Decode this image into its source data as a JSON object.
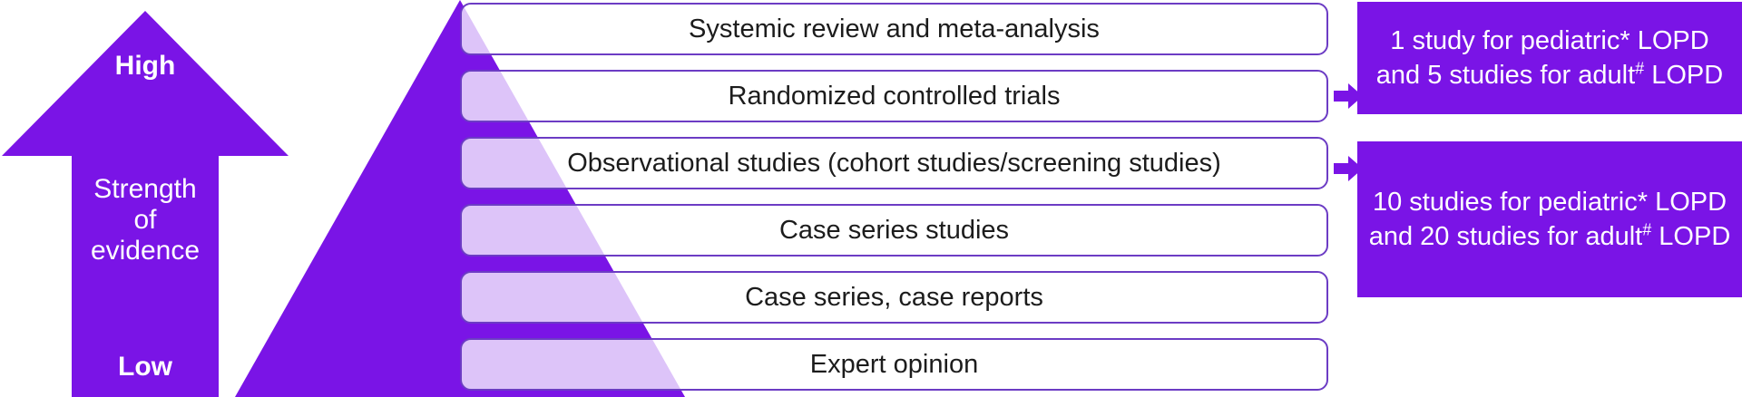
{
  "colors": {
    "accent": "#7a14e6",
    "box_border": "#6c3cc4",
    "pyramid_fill": "#7a14e6",
    "text": "#1c1c1c"
  },
  "arrow": {
    "high_label": "High",
    "strength_label_line1": "Strength",
    "strength_label_line2": "of",
    "strength_label_line3": "evidence",
    "low_label": "Low"
  },
  "levels": [
    "Systemic review and meta-analysis",
    "Randomized controlled trials",
    "Observational studies (cohort studies/screening studies)",
    "Case series studies",
    "Case series, case reports",
    "Expert opinion"
  ],
  "results": [
    {
      "part1": "1 study for pediatric* LOPD and 5 studies for adult",
      "sup": "#",
      "part2": " LOPD"
    },
    {
      "part1": "10 studies for pediatric* LOPD and 20 studies for adult",
      "sup": "#",
      "part2": " LOPD"
    }
  ]
}
